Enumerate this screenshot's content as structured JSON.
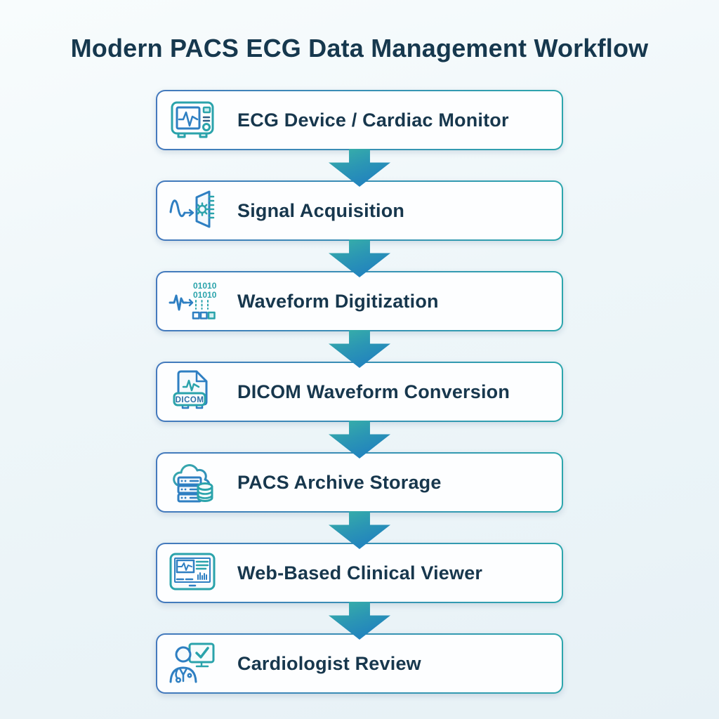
{
  "page": {
    "title": "Modern PACS ECG Data Management Workflow"
  },
  "steps": [
    {
      "label": "ECG Device / Cardiac Monitor",
      "icon": "ecg-monitor-icon"
    },
    {
      "label": "Signal Acquisition",
      "icon": "signal-acquisition-icon"
    },
    {
      "label": "Waveform Digitization",
      "icon": "waveform-digitization-icon"
    },
    {
      "label": "DICOM Waveform Conversion",
      "icon": "dicom-file-icon"
    },
    {
      "label": "PACS Archive Storage",
      "icon": "pacs-archive-icon"
    },
    {
      "label": "Web-Based Clinical Viewer",
      "icon": "clinical-viewer-icon"
    },
    {
      "label": "Cardiologist Review",
      "icon": "cardiologist-review-icon"
    }
  ],
  "icon_text": {
    "binary_row1": "01010",
    "binary_row2": "01010",
    "dicom_badge": "DICOM"
  },
  "colors": {
    "teal": "#2aa3ab",
    "blue": "#2e7fc2",
    "border_gradient_left": "#4479bd",
    "border_gradient_right": "#2da6ad",
    "arrow_top": "#3ab4a6",
    "arrow_bottom": "#1d79c3",
    "title_text": "#16384e",
    "label_text": "#17374d",
    "box_background": "#fdfeff",
    "page_background": "#edf5f8"
  }
}
